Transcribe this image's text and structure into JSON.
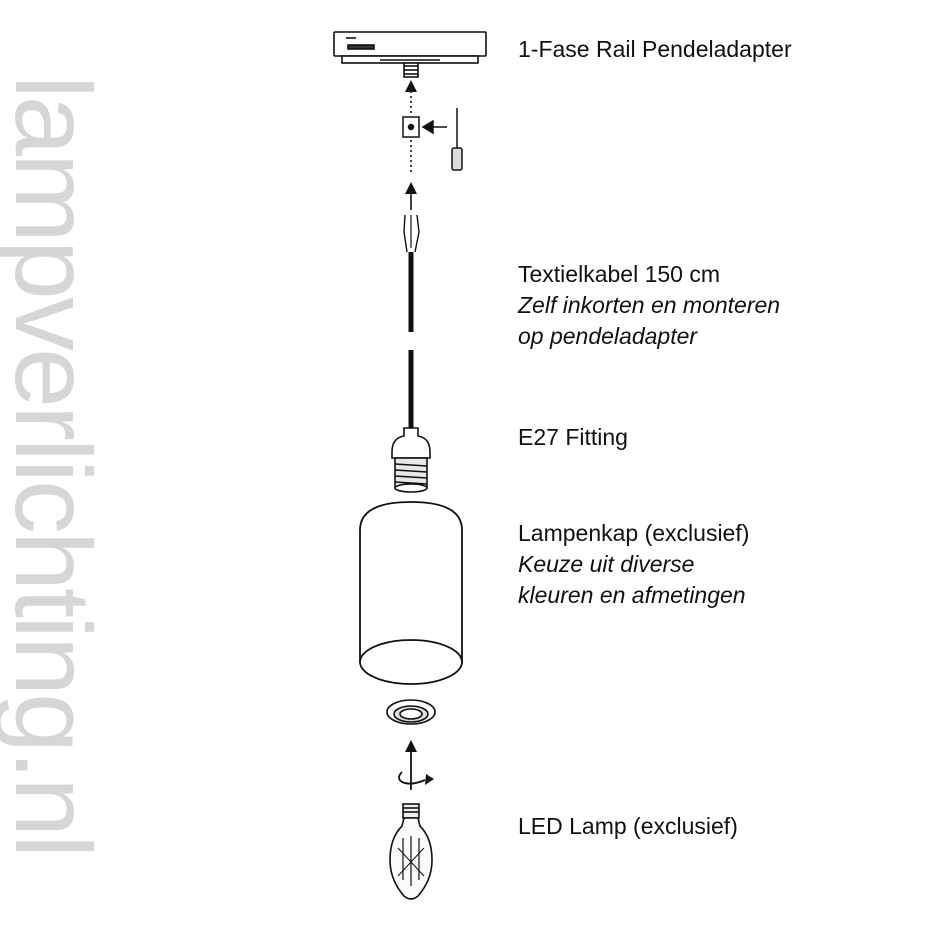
{
  "watermark": "lampverlichting.nl",
  "labels": {
    "rail_adapter": {
      "title": "1-Fase Rail Pendeladapter"
    },
    "cable": {
      "title": "Textielkabel 150 cm",
      "note_line1": "Zelf inkorten en monteren",
      "note_line2": "op pendeladapter"
    },
    "fitting": {
      "title": "E27 Fitting"
    },
    "shade": {
      "title": "Lampenkap (exclusief)",
      "note_line1": "Keuze uit diverse",
      "note_line2": "kleuren en afmetingen"
    },
    "bulb": {
      "title": "LED Lamp (exclusief)"
    }
  },
  "colors": {
    "line": "#111111",
    "watermark": "#d6d6d6",
    "shade_fill": "#ffffff",
    "fitting_fill": "#f4f4f4"
  },
  "icons": [
    "rail-adapter-icon",
    "screw-terminal-icon",
    "screwdriver-icon",
    "cable-icon",
    "fitting-icon",
    "shade-icon",
    "ring-icon",
    "rotate-arrow-icon",
    "bulb-icon"
  ]
}
